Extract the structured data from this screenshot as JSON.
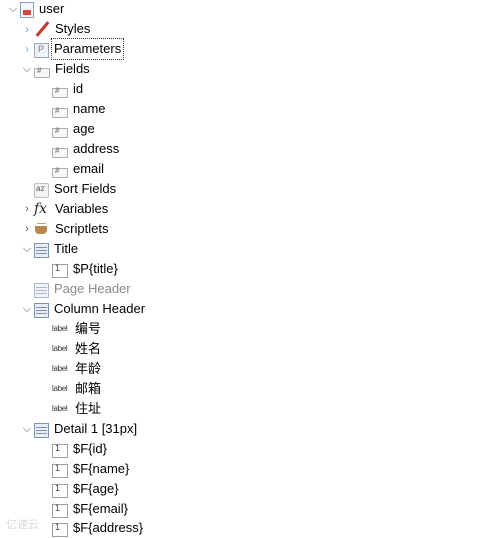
{
  "tree": {
    "root": {
      "label": "user",
      "icon": "report-icon"
    },
    "styles": {
      "label": "Styles",
      "icon": "styles-icon"
    },
    "parameters": {
      "label": "Parameters",
      "icon": "parameters-icon"
    },
    "fields": {
      "label": "Fields",
      "icon": "fields-icon",
      "items": [
        "id",
        "name",
        "age",
        "address",
        "email"
      ]
    },
    "sort_fields": {
      "label": "Sort Fields",
      "icon": "sort-icon"
    },
    "variables": {
      "label": "Variables",
      "icon": "fx-icon"
    },
    "scriptlets": {
      "label": "Scriptlets",
      "icon": "scriptlet-icon"
    },
    "title": {
      "label": "Title",
      "icon": "band-icon",
      "items": [
        "$P{title}"
      ]
    },
    "page_header": {
      "label": "Page Header",
      "icon": "band-icon"
    },
    "column_header": {
      "label": "Column Header",
      "icon": "band-icon",
      "label_icon_text": "label",
      "items": [
        "编号",
        "姓名",
        "年龄",
        "邮箱",
        "住址"
      ]
    },
    "detail": {
      "label": "Detail 1 [31px]",
      "icon": "band-icon",
      "items": [
        "$F{id}",
        "$F{name}",
        "$F{age}",
        "$F{email}",
        "$F{address}"
      ]
    }
  },
  "watermark": "亿速云"
}
